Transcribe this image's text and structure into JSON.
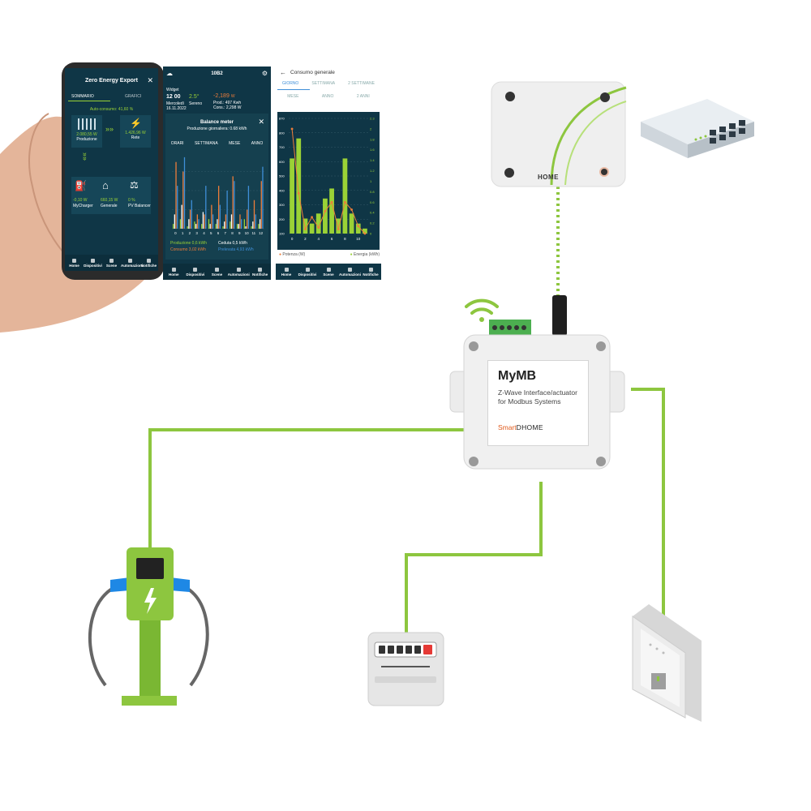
{
  "colors": {
    "wire_green": "#8dc63f",
    "app_dark": "#0f3646",
    "accent_green": "#9ad236",
    "accent_orange": "#ee7d3a",
    "bar_blue": "#3f8fd8"
  },
  "app1": {
    "title": "Zero Energy Export",
    "tabs": [
      "SOMMARIO",
      "GRAFICI"
    ],
    "self_consumption": "Auto-consumo: 41,60 %",
    "production_value": "2.080,55 W",
    "production_label": "Produzione",
    "grid_value": "1.426,96 W",
    "grid_label": "Rete",
    "mycharger_value": "-0,10 W",
    "mycharger_label": "MyCharger",
    "general_value": "660,15 W",
    "general_label": "Generale",
    "balancer_value": "0 %",
    "balancer_label": "PV Balancer",
    "nav": [
      "Home",
      "Dispositivi",
      "Scene",
      "Automazioni",
      "Notifiche"
    ]
  },
  "app2": {
    "header": "10B2",
    "widget_label": "Widget",
    "time": "12 00",
    "date": "Mercoledì 16.11.2022",
    "temp": "2.5°",
    "weather": "Sereno",
    "power": "-2,189",
    "power_unit": "W",
    "prod_label": "Prod.: 497 Kwh",
    "cons_label": "Cons.: 2,298 W",
    "card_title": "Balance meter",
    "card_sub": "Produzione giornaliera: 0.68 kWh",
    "tabs": [
      "ORARI",
      "SETTIMANA",
      "MESE",
      "ANNO"
    ],
    "x_ticks": [
      "0",
      "1",
      "2",
      "3",
      "4",
      "5",
      "6",
      "7",
      "8",
      "9",
      "10",
      "11",
      "12"
    ],
    "legend": [
      "Produzione 0,6 kWh",
      "Ceduta 0,5 kWh",
      "Consumo 3,02 kWh",
      "Prelevata 4,93 kWh"
    ],
    "nav": [
      "Home",
      "Dispositivi",
      "Scene",
      "Automazioni",
      "Notifiche"
    ]
  },
  "app3": {
    "header": "Consumo generale",
    "tabs_top": [
      "GIORNO",
      "SETTIMANA",
      "2 SETTIMANE"
    ],
    "tabs_bottom": [
      "MESE",
      "ANNO",
      "2 ANNI"
    ],
    "legend": [
      "Potenza (W)",
      "Energia (kWh)"
    ],
    "nav": [
      "Home",
      "Dispositivi",
      "Scene",
      "Automazioni",
      "Notifiche"
    ]
  },
  "mymb": {
    "title": "MyMB",
    "subtitle": "Z-Wave Interface/actuator for Modbus Systems",
    "brand_a": "Smart",
    "brand_b": "DHOME"
  },
  "gateway": {
    "brand": "HOME"
  },
  "chart_data": [
    {
      "type": "bar",
      "categories": [
        "0",
        "1",
        "2",
        "3",
        "4",
        "5",
        "6",
        "7",
        "8",
        "9",
        "10",
        "11",
        "12"
      ],
      "series": [
        {
          "name": "Produzione",
          "values": [
            0.1,
            0.2,
            0.05,
            0.15,
            0.1,
            0.2,
            0.1,
            0.05,
            0.15,
            0.1,
            0.2,
            0.05,
            0.1
          ]
        },
        {
          "name": "Ceduta",
          "values": [
            0.3,
            0.5,
            0.2,
            0.1,
            0.35,
            0.1,
            0.2,
            0.15,
            0.3,
            0.1,
            0.05,
            0.15,
            0.2
          ]
        },
        {
          "name": "Consumo",
          "values": [
            1.4,
            1.2,
            0.4,
            0.3,
            0.3,
            0.5,
            0.9,
            0.3,
            1.1,
            0.3,
            0.4,
            0.6,
            1.0
          ]
        },
        {
          "name": "Prelevata",
          "values": [
            0.9,
            1.5,
            0.6,
            0.2,
            0.9,
            0.3,
            0.5,
            0.8,
            1.0,
            0.2,
            0.9,
            0.3,
            1.3
          ]
        }
      ]
    },
    {
      "type": "bar",
      "x": [
        "0",
        "1",
        "2",
        "3",
        "4",
        "5",
        "6",
        "7",
        "8",
        "9",
        "10",
        "11"
      ],
      "x_ticks": [
        "0",
        "2",
        "4",
        "6",
        "8",
        "10"
      ],
      "y_left_ticks": [
        "100",
        "200",
        "300",
        "400",
        "500",
        "600",
        "700",
        "800",
        "870"
      ],
      "y_right_ticks": [
        "0",
        "0.2",
        "0.4",
        "0.6",
        "0.8",
        "1",
        "1.2",
        "1.4",
        "1.6",
        "1.8",
        "2",
        "2.3"
      ],
      "series": [
        {
          "name": "Energia (kWh)",
          "values": [
            1.5,
            1.9,
            0.3,
            0.2,
            0.4,
            0.7,
            0.9,
            0.3,
            1.5,
            0.4,
            0.2,
            0.1
          ]
        },
        {
          "name": "Potenza (W)",
          "values": [
            800,
            370,
            130,
            210,
            140,
            250,
            310,
            130,
            310,
            260,
            150,
            100
          ]
        }
      ]
    }
  ]
}
